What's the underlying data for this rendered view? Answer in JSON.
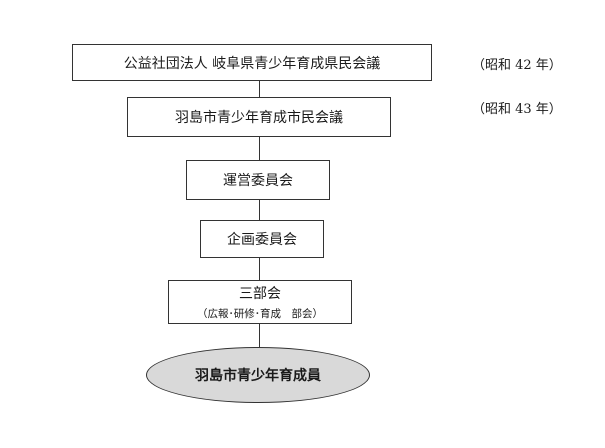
{
  "nodes": {
    "prefecture_council": "公益社団法人  岐阜県青少年育成県民会議",
    "city_council": "羽島市青少年育成市民会議",
    "steering_committee": "運営委員会",
    "planning_committee": "企画委員会",
    "three_divisions": "三部会",
    "three_divisions_detail": "（広報･研修･育成　部会）",
    "members": "羽島市青少年育成員"
  },
  "notes": {
    "prefecture_council_year": "（昭和 42 年）",
    "city_council_year": "（昭和 43 年）"
  },
  "colors": {
    "line": "#333333",
    "member_fill": "#d9d9d9"
  }
}
